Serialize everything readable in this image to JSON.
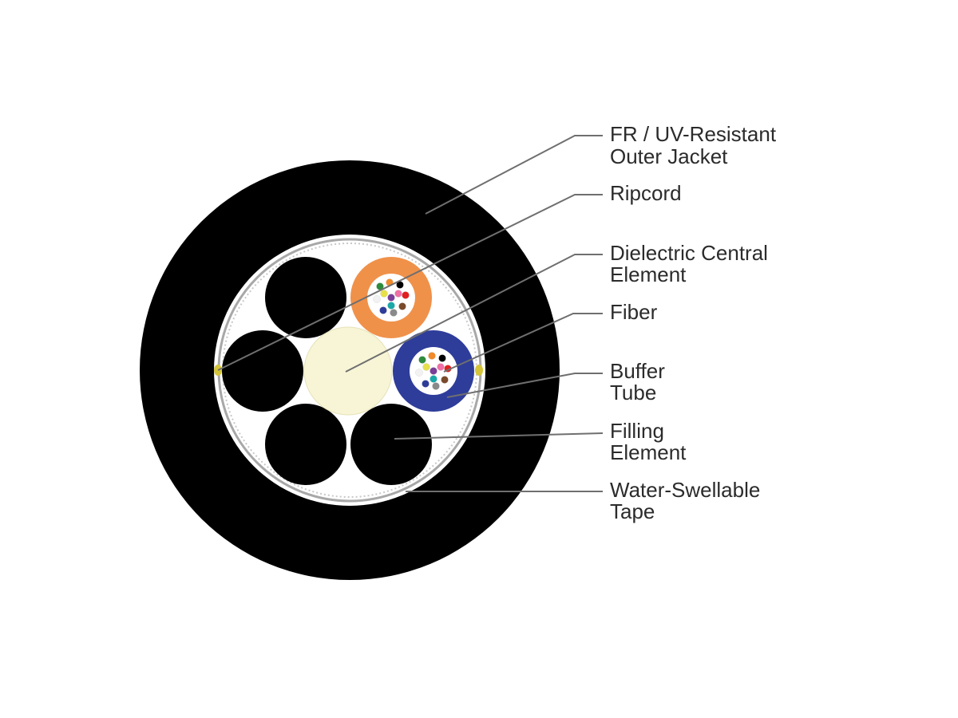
{
  "labels": {
    "outer_jacket": [
      "FR / UV-Resistant",
      "Outer Jacket"
    ],
    "ripcord": [
      "Ripcord"
    ],
    "central_element": [
      "Dielectric Central",
      "Element"
    ],
    "fiber": [
      "Fiber"
    ],
    "buffer_tube": [
      "Buffer",
      "Tube"
    ],
    "filling_element": [
      "Filling",
      "Element"
    ],
    "water_tape": [
      "Water-Swellable",
      "Tape"
    ]
  },
  "colors": {
    "jacket": "#000000",
    "core_background": "#ffffff",
    "tape": "#a8a8a8",
    "central_element": "#f7f5d6",
    "filling_element": "#000000",
    "buffer_tube_orange": "#f0914a",
    "buffer_tube_blue": "#2e3d9a",
    "ripcord": "#d4c43a",
    "leader_line": "#6f6f6f",
    "label_text": "#2b2b2b"
  },
  "fiber_colors": [
    "#7b3f98",
    "#e7e04a",
    "#f06fa6",
    "#1aa8a8",
    "#2e8b3c",
    "#f08a2b",
    "#000000",
    "#e02020",
    "#7a4a2a",
    "#8a8a8a",
    "#2e3d9a",
    "#f2f2f2"
  ]
}
